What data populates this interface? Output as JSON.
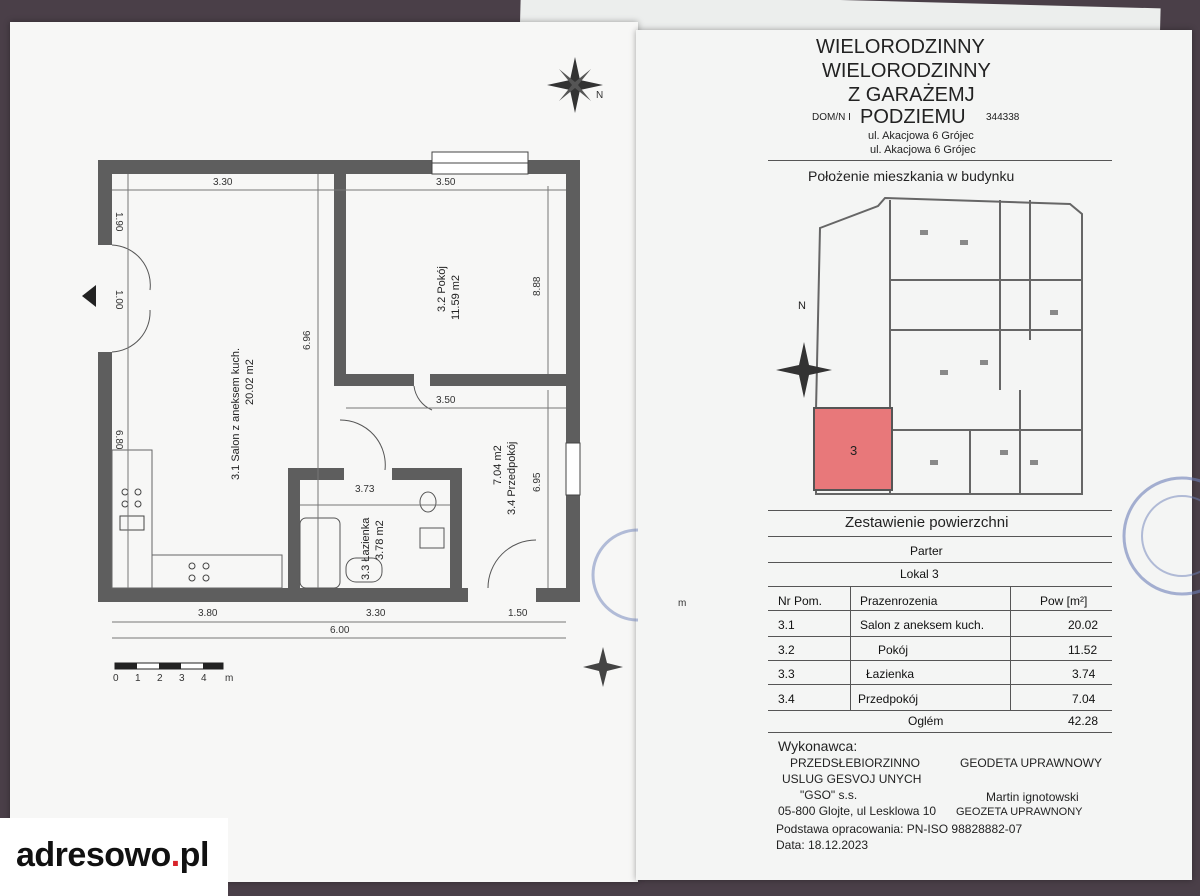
{
  "header": {
    "title_lines": [
      "WIELORODZINNY",
      "WIELORODZINNY",
      "Z GARAŻEMJ"
    ],
    "podziemu": "PODZIEMU",
    "domni": "DOM/N I",
    "number": "344338",
    "address1": "ul. Akacjowa 6 Grójec",
    "address2": "ul. Akacjowa 6 Grójec"
  },
  "location": {
    "title": "Położenie mieszkania w budynku",
    "unit": "3",
    "north": "N"
  },
  "plan": {
    "north": "N",
    "rooms": [
      {
        "label": "3.1 Salon z aneksem kuch.",
        "area": "20.02 m2"
      },
      {
        "label": "3.2 Pokój",
        "area": "11.59 m2"
      },
      {
        "label": "3.3 Łazienka",
        "area": "3.78 m2"
      },
      {
        "label": "3.4 Przedpokój",
        "area": "7.04 m2"
      }
    ],
    "dims": {
      "top1": "3.30",
      "top2": "3.50",
      "mid": "3.50",
      "bath": "3.73",
      "bot1": "3.80",
      "bot2": "3.30",
      "bot3": "1.50",
      "total": "6.00",
      "left1": "1.90",
      "left2": "1.00",
      "left3": "6.80",
      "v1": "6.96",
      "v2": "8.88",
      "v3": "6.95"
    },
    "scale": {
      "labels": [
        "0",
        "1",
        "2",
        "3",
        "4",
        "m"
      ],
      "v_label": "m"
    }
  },
  "summary": {
    "title": "Zestawienie powierzchni",
    "floor": "Parter",
    "unit": "Lokal 3",
    "headers": [
      "Nr Pom.",
      "Prazenrozenia",
      "Pow [m²]"
    ],
    "rows": [
      {
        "nr": "3.1",
        "name": "Salon z aneksem kuch.",
        "pow": "20.02"
      },
      {
        "nr": "3.2",
        "name": "Pokój",
        "pow": "11.52"
      },
      {
        "nr": "3.3",
        "name": "Łazienka",
        "pow": "3.74"
      },
      {
        "nr": "3.4",
        "name": "Przedpokój",
        "pow": "7.04"
      }
    ],
    "total_label": "Oglém",
    "total_value": "42.28"
  },
  "contractor": {
    "title": "Wykonawca:",
    "l1a": "PRZEDSŁEBIORZINNO",
    "l1b": "GEODETA UPRAWNOWY",
    "l2": "USLUG GESVOJ UNYCH",
    "l3a": "\"GSO\" s.s.",
    "l3b": "Martin ignotowski",
    "l4a": "05-800 Glojte, ul Lesklowa 10",
    "l4b": "GEOZETA UPRAWNONY",
    "basis": "Podstawa opracowania: PN-ISO 98828882-07",
    "date": "Data: 18.12.2023"
  },
  "logo": {
    "main": "adresowo",
    "dot": ".",
    "suffix": "pl"
  },
  "colors": {
    "wall": "#5e5e5e",
    "unit_highlight": "#e8787a",
    "paper": "#f6f6f5"
  }
}
